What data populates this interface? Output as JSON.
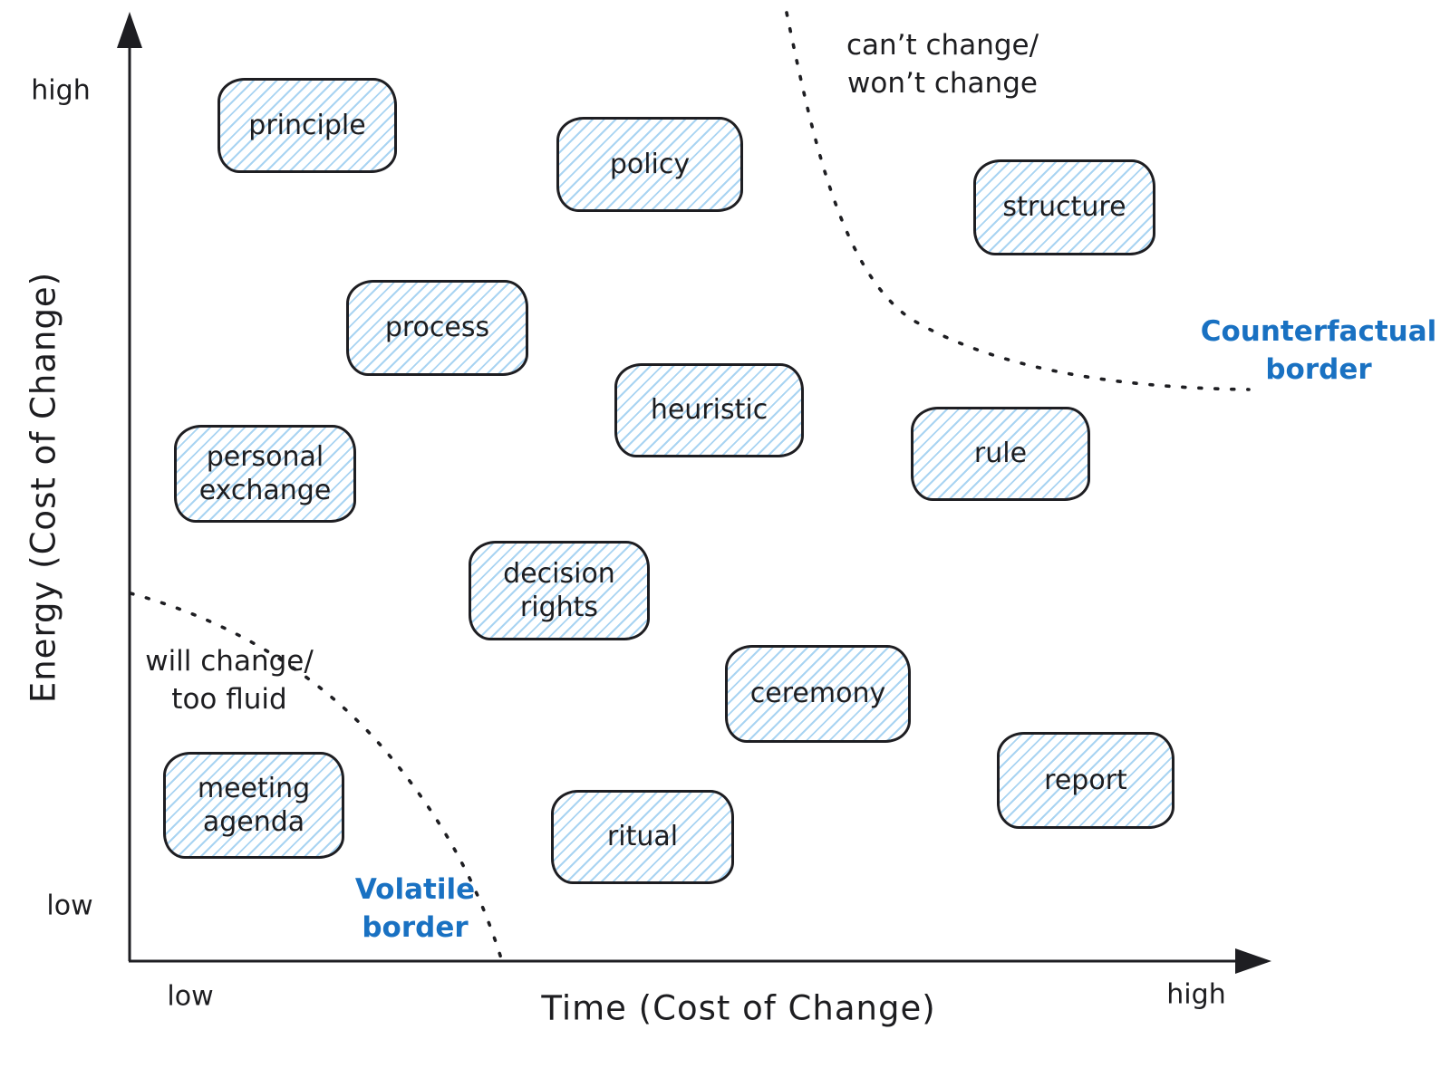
{
  "diagram": {
    "y_axis": {
      "title": "Energy (Cost of Change)",
      "top_label": "high",
      "bottom_label": "low"
    },
    "x_axis": {
      "title": "Time (Cost of Change)",
      "left_label": "low",
      "right_label": "high"
    },
    "boxes": [
      {
        "label": "principle"
      },
      {
        "label": "policy"
      },
      {
        "label": "structure"
      },
      {
        "label": "process"
      },
      {
        "label": "heuristic"
      },
      {
        "label": "rule"
      },
      {
        "label": "personal\nexchange"
      },
      {
        "label": "decision\nrights"
      },
      {
        "label": "ceremony"
      },
      {
        "label": "report"
      },
      {
        "label": "meeting\nagenda"
      },
      {
        "label": "ritual"
      }
    ],
    "regions": {
      "counterfactual_note": "can’t change/\nwon’t change",
      "counterfactual_border_label": "Counterfactual\nborder",
      "volatile_note": "will change/\ntoo fluid",
      "volatile_border_label": "Volatile\nborder"
    },
    "colors": {
      "accent_blue": "#1971c2",
      "box_hatch_blue": "#a9d4f2",
      "ink": "#1e1e22"
    }
  }
}
